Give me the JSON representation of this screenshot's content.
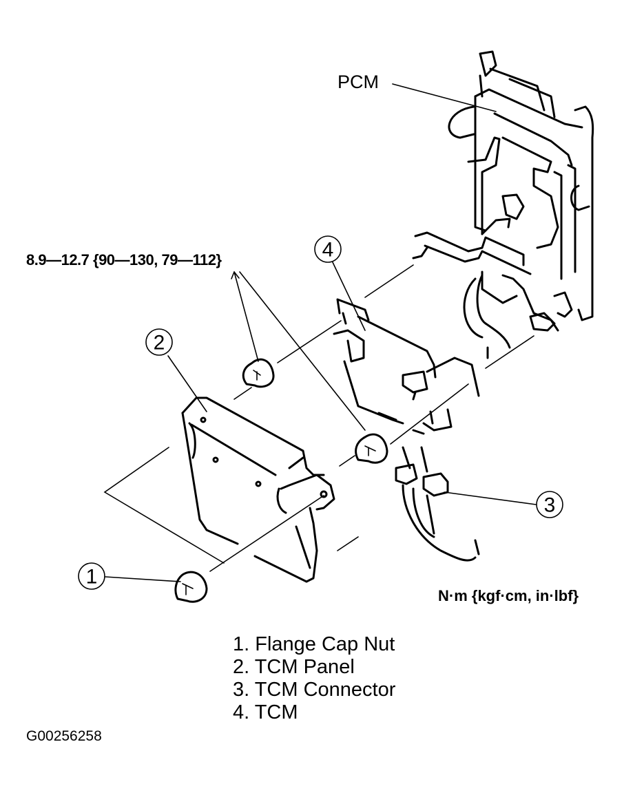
{
  "labels": {
    "torque_spec": "8.9—12.7 {90—130, 79—112}",
    "pcm": "PCM",
    "units": "N·m {kgf·cm, in·lbf}",
    "figure_id": "G00256258"
  },
  "callouts": [
    {
      "number": "1",
      "part": "flange-cap-nut"
    },
    {
      "number": "2",
      "part": "tcm-panel"
    },
    {
      "number": "3",
      "part": "tcm-connector"
    },
    {
      "number": "4",
      "part": "tcm"
    }
  ],
  "legend": [
    "1. Flange Cap Nut",
    "2. TCM Panel",
    "3. TCM Connector",
    "4. TCM"
  ]
}
